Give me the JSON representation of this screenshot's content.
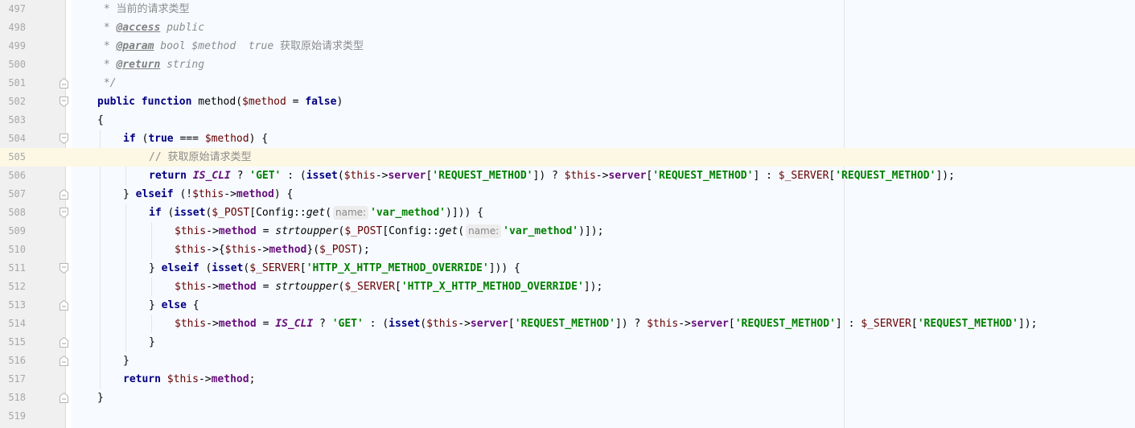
{
  "editor": {
    "current_line": 505,
    "right_margin_x": 1049,
    "colors": {
      "background": "#f7faff",
      "gutter": "#f0f0f0",
      "current_line": "#fdf8e4",
      "keyword": "#000080",
      "variable": "#660000",
      "property": "#660e7a",
      "string": "#008000",
      "comment": "#8c8c8c"
    },
    "lines": [
      {
        "n": "497",
        "fold": null
      },
      {
        "n": "498",
        "fold": null
      },
      {
        "n": "499",
        "fold": null
      },
      {
        "n": "500",
        "fold": null
      },
      {
        "n": "501",
        "fold": "end"
      },
      {
        "n": "502",
        "fold": "start"
      },
      {
        "n": "503",
        "fold": null
      },
      {
        "n": "504",
        "fold": "start"
      },
      {
        "n": "505",
        "fold": null
      },
      {
        "n": "506",
        "fold": null
      },
      {
        "n": "507",
        "fold": "end"
      },
      {
        "n": "508",
        "fold": "start"
      },
      {
        "n": "509",
        "fold": null
      },
      {
        "n": "510",
        "fold": null
      },
      {
        "n": "511",
        "fold": "start"
      },
      {
        "n": "512",
        "fold": null
      },
      {
        "n": "513",
        "fold": "end"
      },
      {
        "n": "514",
        "fold": null
      },
      {
        "n": "515",
        "fold": "end"
      },
      {
        "n": "516",
        "fold": "end"
      },
      {
        "n": "517",
        "fold": null
      },
      {
        "n": "518",
        "fold": "end"
      },
      {
        "n": "519",
        "fold": null
      }
    ]
  },
  "code": {
    "l497": {
      "star": " * ",
      "text": "当前的请求类型"
    },
    "l498": {
      "star": " * ",
      "tag": "@access",
      "rest": " public"
    },
    "l499": {
      "star": " * ",
      "tag": "@param",
      "rest": " bool $method  true ",
      "cn": "获取原始请求类型"
    },
    "l500": {
      "star": " * ",
      "tag": "@return",
      "rest": " string"
    },
    "l501": {
      "text": " */"
    },
    "l502": {
      "kw1": "public",
      "kw2": "function",
      "name": " method(",
      "var": "$method",
      "eq": " = ",
      "kw3": "false",
      "close": ")"
    },
    "l503": {
      "text": "{"
    },
    "l504": {
      "kw1": "if",
      "p1": " (",
      "kw2": "true",
      "op": " === ",
      "var": "$method",
      "close": ") {"
    },
    "l505": {
      "text": "// 获取原始请求类型"
    },
    "l506": {
      "kw_return": "return",
      "const": "IS_CLI",
      "q": " ? ",
      "get": "'GET'",
      "colon": " : (",
      "isset": "isset",
      "this1": "$this",
      "arrow": "->",
      "server": "server",
      "req": "'REQUEST_METHOD'",
      "server_global": "$_SERVER"
    },
    "l507": {
      "close": "} ",
      "kw": "elseif",
      "open": " (!",
      "this": "$this",
      "arrow": "->",
      "prop": "method",
      "end": ") {"
    },
    "l508": {
      "kw": "if",
      "isset": "isset",
      "post": "$_POST",
      "cfg": "[Config::",
      "get": "get",
      "hint": "name:",
      "str": "'var_method'",
      "end": ")])) {"
    },
    "l509": {
      "this": "$this",
      "prop": "method",
      "eq": " = ",
      "fn": "strtoupper",
      "post": "$_POST",
      "cfg": "[Config::",
      "get": "get",
      "hint": "name:",
      "str": "'var_method'",
      "end": ")]);"
    },
    "l510": {
      "this": "$this",
      "prop": "method",
      "post": "$_POST",
      "end": ");"
    },
    "l511": {
      "close": "} ",
      "kw": "elseif",
      "isset": "isset",
      "server": "$_SERVER",
      "str": "'HTTP_X_HTTP_METHOD_OVERRIDE'",
      "end": "])) {"
    },
    "l512": {
      "this": "$this",
      "prop": "method",
      "fn": "strtoupper",
      "server": "$_SERVER",
      "str": "'HTTP_X_HTTP_METHOD_OVERRIDE'",
      "end": "]);"
    },
    "l513": {
      "close": "} ",
      "kw": "else",
      "end": " {"
    },
    "l514": {
      "this": "$this",
      "prop": "method",
      "const": "IS_CLI",
      "get": "'GET'",
      "isset": "isset",
      "server": "server",
      "req": "'REQUEST_METHOD'",
      "server_global": "$_SERVER"
    },
    "l515": {
      "text": "}"
    },
    "l516": {
      "text": "}"
    },
    "l517": {
      "kw": "return",
      "this": "$this",
      "prop": "method",
      "end": ";"
    },
    "l518": {
      "text": "}"
    },
    "l519": {
      "text": ""
    }
  }
}
